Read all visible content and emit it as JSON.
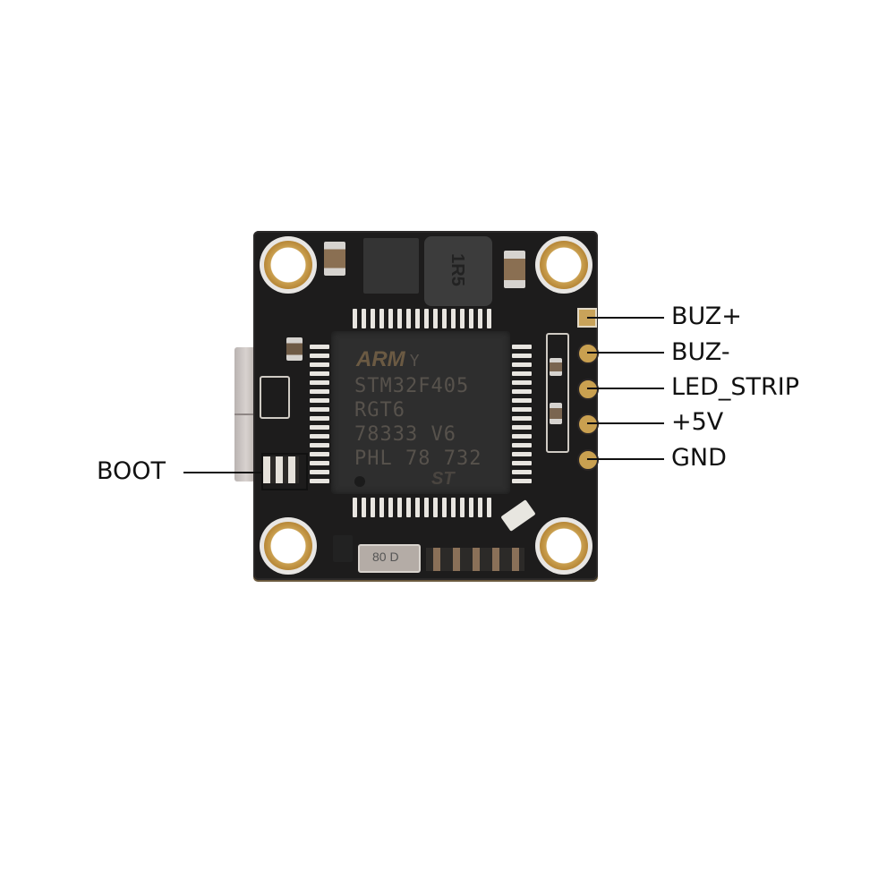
{
  "image": {
    "subject": "Flight controller PCB with labeled pinout",
    "background_color": "#ffffff",
    "board_color": "#1d1c1c",
    "pad_color": "#c9a050"
  },
  "mcu": {
    "logo": "ARM",
    "logo_suffix": "Y",
    "lines": [
      "STM32F405",
      "RGT6",
      "78333 V6",
      "PHL 78 732"
    ],
    "brand_mark": "ST"
  },
  "inductor": {
    "marking": "1R5"
  },
  "crystal": {
    "marking": "80 D"
  },
  "pins": [
    {
      "label": "BUZ+",
      "shape": "square"
    },
    {
      "label": "BUZ-",
      "shape": "round"
    },
    {
      "label": "LED_STRIP",
      "shape": "round"
    },
    {
      "label": "+5V",
      "shape": "round"
    },
    {
      "label": "GND",
      "shape": "round"
    }
  ],
  "callouts": {
    "boot": "BOOT"
  }
}
